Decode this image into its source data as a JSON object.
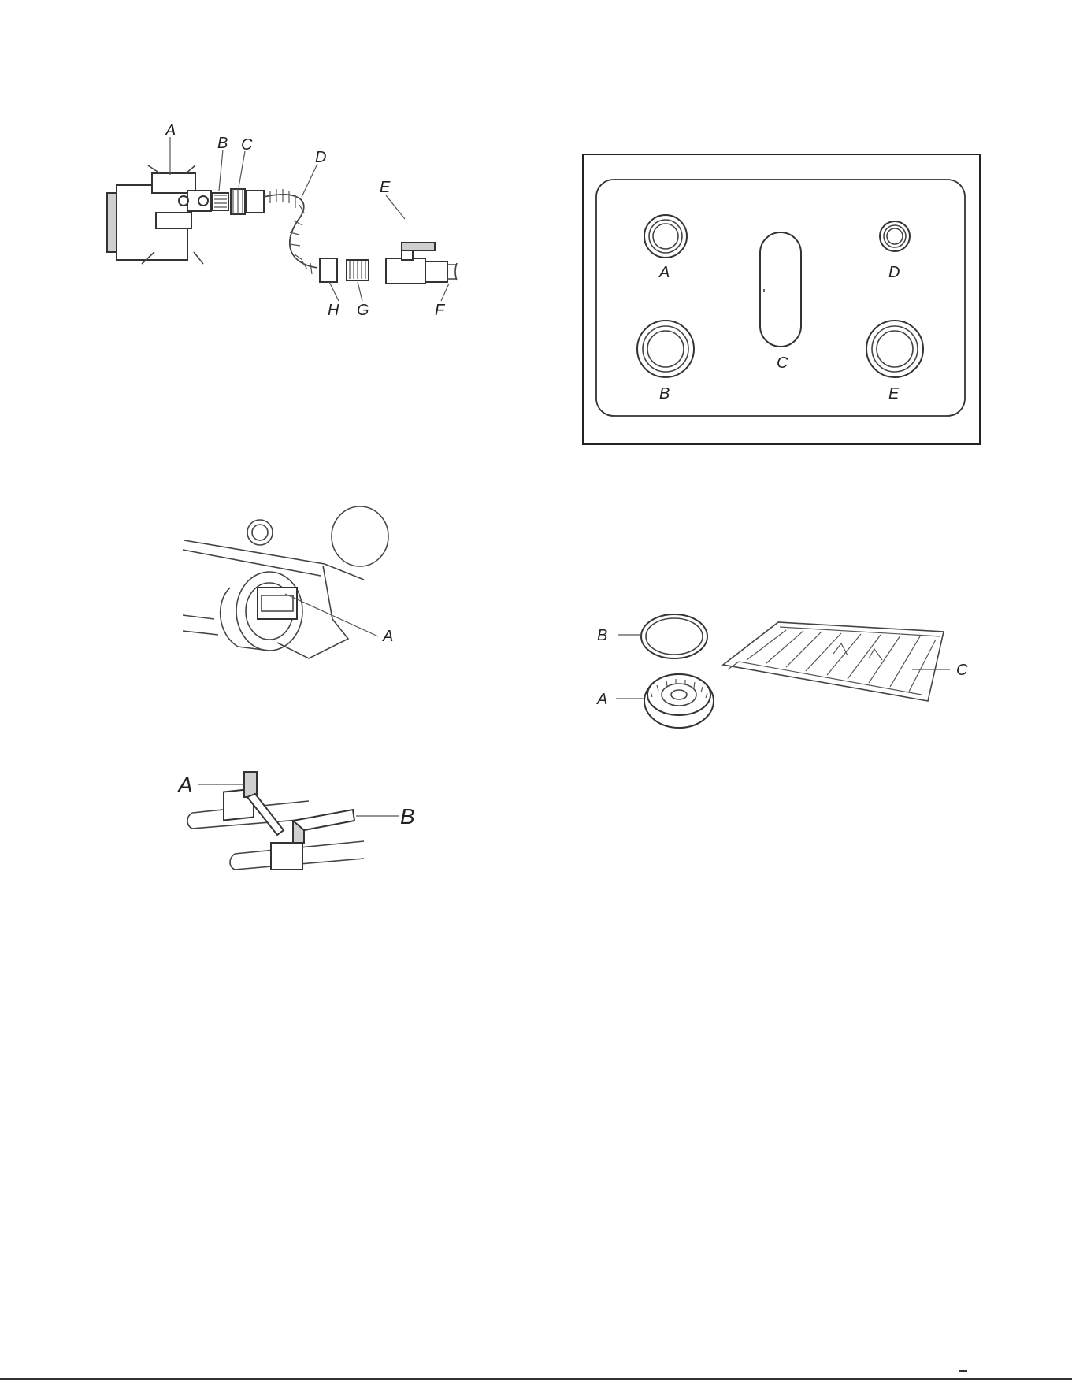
{
  "figures": {
    "gas_connection": {
      "labels": [
        "A",
        "B",
        "C",
        "D",
        "E",
        "F",
        "G",
        "H"
      ]
    },
    "cooktop_layout": {
      "labels": [
        "A",
        "B",
        "C",
        "D",
        "E"
      ]
    },
    "valve_detail": {
      "labels": [
        "A"
      ]
    },
    "burner_parts": {
      "labels": [
        "A",
        "B",
        "C"
      ]
    },
    "shutoff_valve": {
      "labels": [
        "A",
        "B"
      ]
    }
  }
}
